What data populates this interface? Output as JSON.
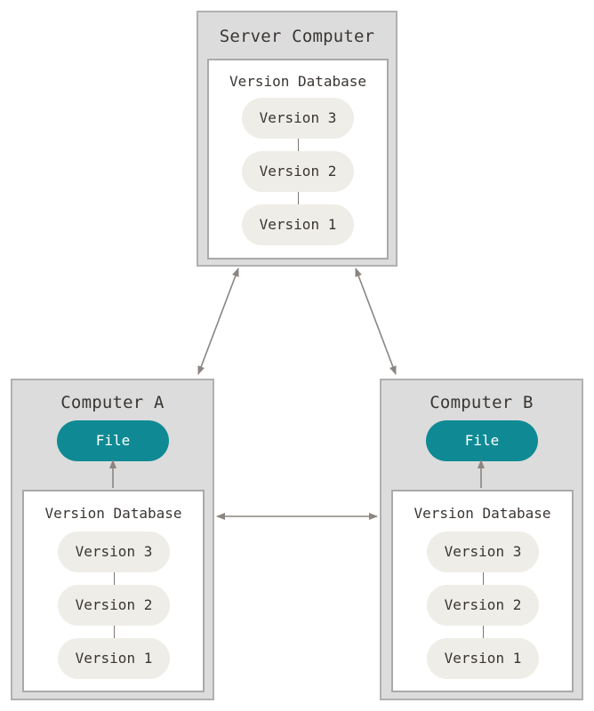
{
  "server": {
    "title": "Server Computer",
    "database_label": "Version Database",
    "versions": [
      "Version 3",
      "Version 2",
      "Version 1"
    ]
  },
  "computer_a": {
    "title": "Computer A",
    "file_label": "File",
    "database_label": "Version Database",
    "versions": [
      "Version 3",
      "Version 2",
      "Version 1"
    ]
  },
  "computer_b": {
    "title": "Computer B",
    "file_label": "File",
    "database_label": "Version Database",
    "versions": [
      "Version 3",
      "Version 2",
      "Version 1"
    ]
  },
  "colors": {
    "box_fill": "#dcdcdc",
    "version_pill": "#eeede7",
    "file_pill": "#0f8a94",
    "arrow": "#8a8581"
  }
}
